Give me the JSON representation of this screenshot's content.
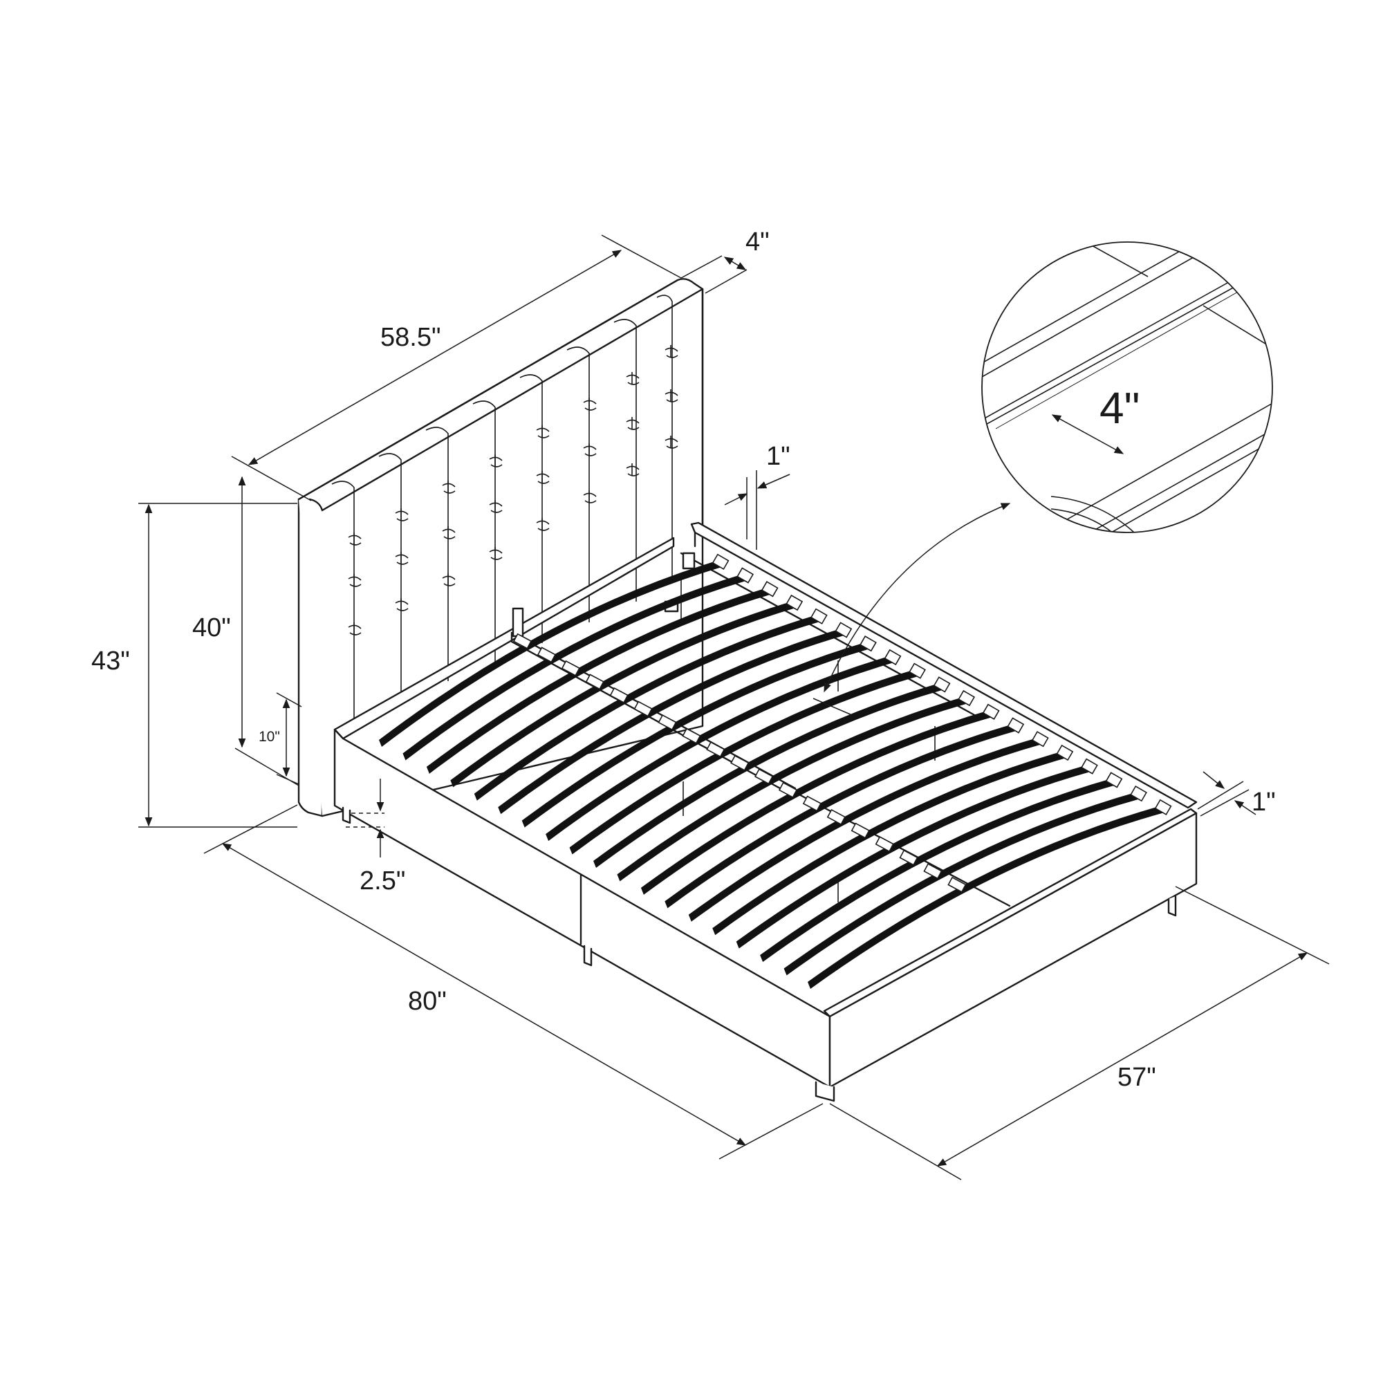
{
  "dimensions": {
    "headboard_width": "58.5\"",
    "headboard_depth": "4\"",
    "headboard_height": "40\"",
    "overall_height": "43\"",
    "leg_to_frame": "10\"",
    "leg_height": "2.5\"",
    "length": "80\"",
    "width": "57\"",
    "rail_thickness_head": "1\"",
    "rail_thickness_foot": "1\""
  },
  "detail": {
    "slat_width": "4\""
  },
  "icons": {
    "magnifier": "detail-circle-icon"
  }
}
